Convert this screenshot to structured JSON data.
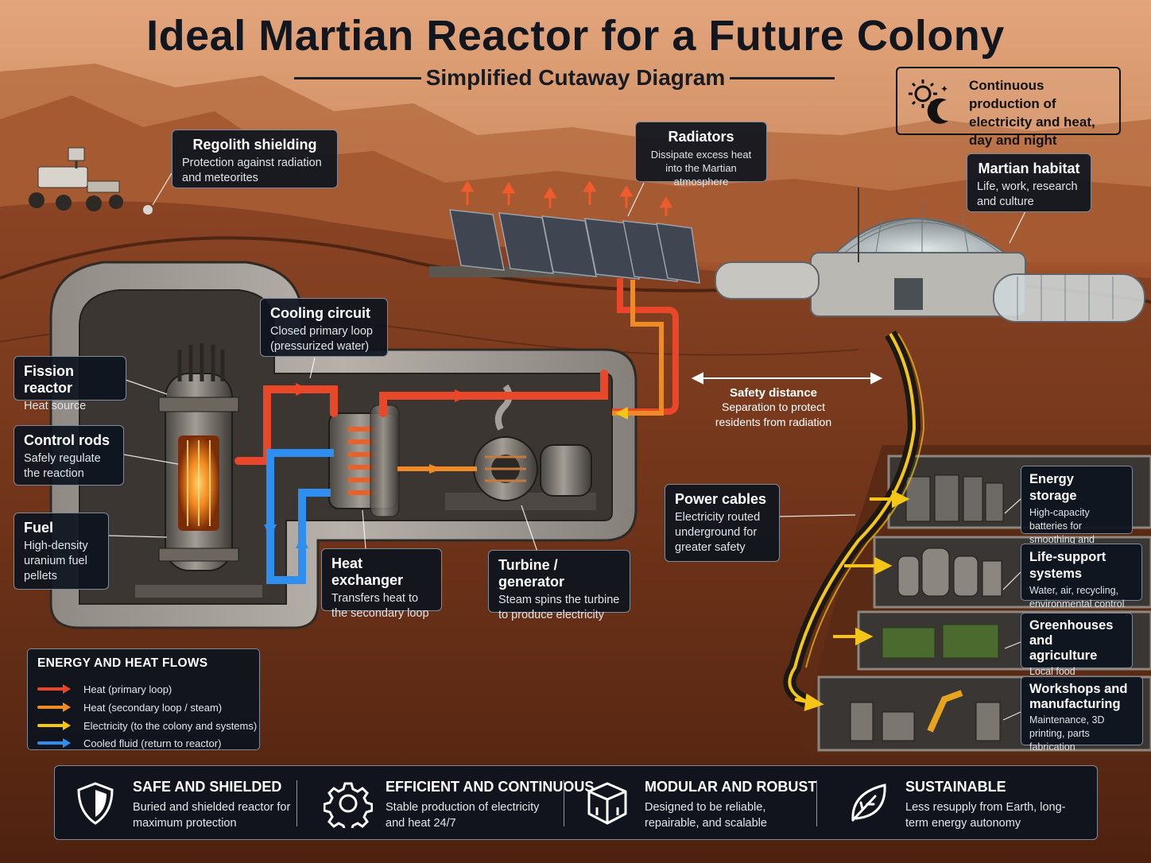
{
  "title": "Ideal Martian Reactor for a Future Colony",
  "subtitle": "Simplified Cutaway Diagram",
  "day_night": {
    "text": "Continuous production of electricity and heat, day and night",
    "icon": "sun-moon-icon"
  },
  "labels": {
    "regolith": {
      "title": "Regolith shielding",
      "text": "Protection against radiation and meteorites"
    },
    "radiators": {
      "title": "Radiators",
      "text": "Dissipate excess heat into the Martian atmosphere"
    },
    "habitat": {
      "title": "Martian habitat",
      "text": "Life, work, research and culture"
    },
    "cooling": {
      "title": "Cooling circuit",
      "text": "Closed primary loop (pressurized water)"
    },
    "fission": {
      "title": "Fission reactor",
      "text": "Heat source"
    },
    "control_rods": {
      "title": "Control rods",
      "text": "Safely regulate the reaction"
    },
    "fuel": {
      "title": "Fuel",
      "text": "High-density uranium fuel pellets"
    },
    "heat_exchanger": {
      "title": "Heat exchanger",
      "text": "Transfers heat to the secondary loop"
    },
    "turbine": {
      "title": "Turbine / generator",
      "text": "Steam spins the turbine to produce electricity"
    },
    "safety": {
      "title": "Safety distance",
      "text": "Separation to protect residents from radiation"
    },
    "cables": {
      "title": "Power cables",
      "text": "Electricity routed underground for greater safety"
    }
  },
  "rooms": [
    {
      "title": "Energy storage",
      "text": "High-capacity batteries for smoothing and backup"
    },
    {
      "title": "Life-support systems",
      "text": "Water, air, recycling, environmental control"
    },
    {
      "title": "Greenhouses and agriculture",
      "text": "Local food production"
    },
    {
      "title": "Workshops and manufacturing",
      "text": "Maintenance, 3D printing, parts fabrication"
    }
  ],
  "legend": {
    "title": "ENERGY AND HEAT FLOWS",
    "items": [
      {
        "label": "Heat (primary loop)",
        "color": "#e8472a"
      },
      {
        "label": "Heat (secondary loop / steam)",
        "color": "#f08a24"
      },
      {
        "label": "Electricity (to the colony and systems)",
        "color": "#f5c518"
      },
      {
        "label": "Cooled fluid (return to reactor)",
        "color": "#2f8ff0"
      }
    ]
  },
  "features": [
    {
      "title": "SAFE AND SHIELDED",
      "text": "Buried and shielded reactor for maximum protection",
      "icon": "shield-icon"
    },
    {
      "title": "EFFICIENT AND CONTINUOUS",
      "text": "Stable production of electricity and heat 24/7",
      "icon": "gear-icon"
    },
    {
      "title": "MODULAR AND ROBUST",
      "text": "Designed to be reliable, repairable, and scalable",
      "icon": "cube-icon"
    },
    {
      "title": "SUSTAINABLE",
      "text": "Less resupply from Earth, long-term energy autonomy",
      "icon": "leaf-icon"
    }
  ]
}
